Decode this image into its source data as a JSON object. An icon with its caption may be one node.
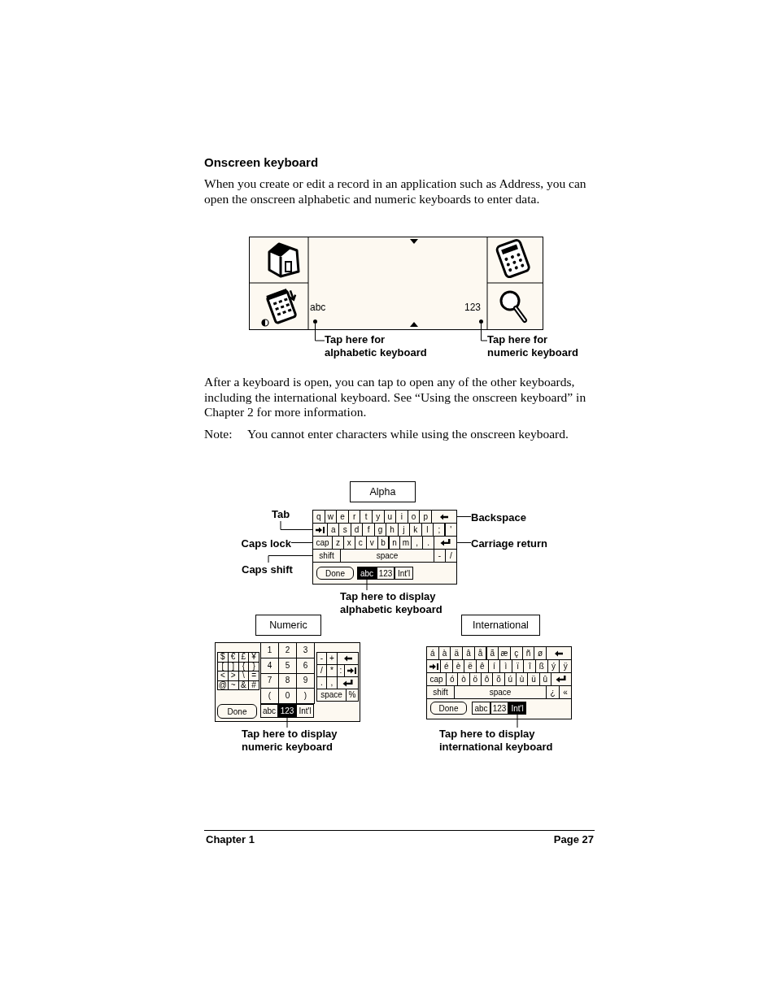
{
  "diagram": {
    "title": "Onscreen keyboard",
    "nodes": [
      {
        "text": [],
        "shape": "box"
      },
      {
        "text": [
          "abc"
        ],
        "in": 0
      },
      {
        "text": [
          "123"
        ],
        "in": 0
      },
      {
        "text": [
          "Tap here for alphabetic keyboard"
        ]
      },
      {
        "text": [
          "Tap here for numeric keyboard"
        ]
      },
      {
        "text": [
          "Alpha"
        ]
      },
      {
        "text": [
          "Tab"
        ]
      },
      {
        "text": [],
        "shape": "box"
      },
      {
        "text": [
          "q"
        ],
        "in": 7
      },
      {
        "text": [
          "w"
        ],
        "in": 7
      },
      {
        "text": [
          "e"
        ],
        "in": 7
      },
      {
        "text": [
          "r"
        ],
        "in": 7
      },
      {
        "text": [
          "t"
        ],
        "in": 7
      },
      {
        "text": [
          "y"
        ],
        "in": 7
      },
      {
        "text": [
          "u"
        ],
        "in": 7
      },
      {
        "text": [
          "i"
        ],
        "in": 7
      },
      {
        "text": [
          "o"
        ],
        "in": 7
      },
      {
        "text": [
          "p"
        ],
        "in": 7
      },
      {
        "text": [],
        "shape": "box",
        "in": 7
      },
      {
        "text": [],
        "shape": "box",
        "in": 7
      },
      {
        "text": [
          "a"
        ],
        "in": 7
      },
      {
        "text": [
          "s"
        ],
        "in": 7
      },
      {
        "text": [
          "d"
        ],
        "in": 7
      },
      {
        "text": [
          "f"
        ],
        "in": 7
      },
      {
        "text": [
          "g"
        ],
        "in": 7
      },
      {
        "text": [
          "h"
        ],
        "in": 7
      },
      {
        "text": [
          "j"
        ],
        "in": 7
      },
      {
        "text": [
          "k"
        ],
        "in": 7
      },
      {
        "text": [
          "l"
        ],
        "in": 7
      },
      {
        "text": [
          ";"
        ],
        "in": 7
      },
      {
        "text": [
          "'"
        ],
        "in": 7
      },
      {
        "text": [
          "cap"
        ],
        "in": 7
      },
      {
        "text": [
          "z"
        ],
        "in": 7
      },
      {
        "text": [
          "x"
        ],
        "in": 7
      },
      {
        "text": [
          "c"
        ],
        "in": 7
      },
      {
        "text": [
          "v"
        ],
        "in": 7
      },
      {
        "text": [
          "b"
        ],
        "in": 7
      },
      {
        "text": [
          "n"
        ],
        "in": 7
      },
      {
        "text": [
          "m"
        ],
        "in": 7
      },
      {
        "text": [
          ","
        ],
        "in": 7
      },
      {
        "text": [
          "."
        ],
        "in": 7
      },
      {
        "text": [],
        "shape": "box",
        "in": 7
      },
      {
        "text": [
          "shift"
        ],
        "in": 7
      },
      {
        "text": [
          "space"
        ],
        "in": 7
      },
      {
        "text": [
          "-"
        ],
        "in": 7
      },
      {
        "text": [
          "/"
        ],
        "in": 7
      },
      {
        "text": [
          "Done"
        ],
        "in": 7
      },
      {
        "text": [
          "abc"
        ],
        "in": 7
      },
      {
        "text": [
          "123"
        ],
        "in": 7
      },
      {
        "text": [
          "Int'l"
        ],
        "in": 7
      },
      {
        "text": [
          "Backspace"
        ]
      },
      {
        "text": [
          "Caps lock"
        ]
      },
      {
        "text": [
          "Carriage return"
        ]
      },
      {
        "text": [
          "Caps shift"
        ]
      },
      {
        "text": [
          "Tap here to display alphabetic keyboard"
        ]
      },
      {
        "text": [
          "Numeric"
        ]
      },
      {
        "text": [
          "International"
        ]
      },
      {
        "text": [],
        "shape": "box"
      },
      {
        "text": [
          "$"
        ],
        "in": 57
      },
      {
        "text": [
          "€"
        ],
        "in": 57
      },
      {
        "text": [
          "£"
        ],
        "in": 57
      },
      {
        "text": [
          "¥"
        ],
        "in": 57
      },
      {
        "text": [
          "["
        ],
        "in": 57
      },
      {
        "text": [
          "]"
        ],
        "in": 57
      },
      {
        "text": [
          "{"
        ],
        "in": 57
      },
      {
        "text": [
          "}"
        ],
        "in": 57
      },
      {
        "text": [
          "<"
        ],
        "in": 57
      },
      {
        "text": [
          ">"
        ],
        "in": 57
      },
      {
        "text": [
          "\\"
        ],
        "in": 57
      },
      {
        "text": [
          "="
        ],
        "in": 57
      },
      {
        "text": [
          "@"
        ],
        "in": 57
      },
      {
        "text": [
          "~"
        ],
        "in": 57
      },
      {
        "text": [
          "&"
        ],
        "in": 57
      },
      {
        "text": [
          "#"
        ],
        "in": 57
      },
      {
        "text": [
          "1"
        ],
        "in": 57
      },
      {
        "text": [
          "2"
        ],
        "in": 57
      },
      {
        "text": [
          "3"
        ],
        "in": 57
      },
      {
        "text": [
          "4"
        ],
        "in": 57
      },
      {
        "text": [
          "5"
        ],
        "in": 57
      },
      {
        "text": [
          "6"
        ],
        "in": 57
      },
      {
        "text": [
          "7"
        ],
        "in": 57
      },
      {
        "text": [
          "8"
        ],
        "in": 57
      },
      {
        "text": [
          "9"
        ],
        "in": 57
      },
      {
        "text": [
          "("
        ],
        "in": 57
      },
      {
        "text": [
          "0"
        ],
        "in": 57
      },
      {
        "text": [
          ")"
        ],
        "in": 57
      },
      {
        "text": [
          "-"
        ],
        "in": 57
      },
      {
        "text": [
          "+"
        ],
        "in": 57
      },
      {
        "text": [],
        "shape": "box",
        "in": 57
      },
      {
        "text": [
          "/"
        ],
        "in": 57
      },
      {
        "text": [
          "*"
        ],
        "in": 57
      },
      {
        "text": [
          ":"
        ],
        "in": 57
      },
      {
        "text": [],
        "shape": "box",
        "in": 57
      },
      {
        "text": [
          "."
        ],
        "in": 57
      },
      {
        "text": [
          ","
        ],
        "in": 57
      },
      {
        "text": [],
        "shape": "box",
        "in": 57
      },
      {
        "text": [
          "space"
        ],
        "in": 57
      },
      {
        "text": [
          "%"
        ],
        "in": 57
      },
      {
        "text": [
          "Done"
        ],
        "in": 57
      },
      {
        "text": [
          "abc"
        ],
        "in": 57
      },
      {
        "text": [
          "123"
        ],
        "in": 57
      },
      {
        "text": [
          "Int'l"
        ],
        "in": 57
      },
      {
        "text": [],
        "shape": "box"
      },
      {
        "text": [
          "á"
        ],
        "in": 102
      },
      {
        "text": [
          "à"
        ],
        "in": 102
      },
      {
        "text": [
          "ä"
        ],
        "in": 102
      },
      {
        "text": [
          "â"
        ],
        "in": 102
      },
      {
        "text": [
          "å"
        ],
        "in": 102
      },
      {
        "text": [
          "ã"
        ],
        "in": 102
      },
      {
        "text": [
          "æ"
        ],
        "in": 102
      },
      {
        "text": [
          "ç"
        ],
        "in": 102
      },
      {
        "text": [
          "ñ"
        ],
        "in": 102
      },
      {
        "text": [
          "ø"
        ],
        "in": 102
      },
      {
        "text": [],
        "shape": "box",
        "in": 102
      },
      {
        "text": [],
        "shape": "box",
        "in": 102
      },
      {
        "text": [
          "é"
        ],
        "in": 102
      },
      {
        "text": [
          "è"
        ],
        "in": 102
      },
      {
        "text": [
          "ë"
        ],
        "in": 102
      },
      {
        "text": [
          "ê"
        ],
        "in": 102
      },
      {
        "text": [
          "í"
        ],
        "in": 102
      },
      {
        "text": [
          "ì"
        ],
        "in": 102
      },
      {
        "text": [
          "ï"
        ],
        "in": 102
      },
      {
        "text": [
          "î"
        ],
        "in": 102
      },
      {
        "text": [
          "ß"
        ],
        "in": 102
      },
      {
        "text": [
          "ý"
        ],
        "in": 102
      },
      {
        "text": [
          "ÿ"
        ],
        "in": 102
      },
      {
        "text": [
          "cap"
        ],
        "in": 102
      },
      {
        "text": [
          "ó"
        ],
        "in": 102
      },
      {
        "text": [
          "ò"
        ],
        "in": 102
      },
      {
        "text": [
          "ö"
        ],
        "in": 102
      },
      {
        "text": [
          "ô"
        ],
        "in": 102
      },
      {
        "text": [
          "õ"
        ],
        "in": 102
      },
      {
        "text": [
          "ú"
        ],
        "in": 102
      },
      {
        "text": [
          "ù"
        ],
        "in": 102
      },
      {
        "text": [
          "ü"
        ],
        "in": 102
      },
      {
        "text": [
          "û"
        ],
        "in": 102
      },
      {
        "text": [],
        "shape": "box",
        "in": 102
      },
      {
        "text": [
          "shift"
        ],
        "in": 102
      },
      {
        "text": [
          "space"
        ],
        "in": 102
      },
      {
        "text": [
          "¿"
        ],
        "in": 102
      },
      {
        "text": [
          "«"
        ],
        "in": 102
      },
      {
        "text": [
          "Done"
        ],
        "in": 102
      },
      {
        "text": [
          "abc"
        ],
        "in": 102
      },
      {
        "text": [
          "123"
        ],
        "in": 102
      },
      {
        "text": [
          "Int'l"
        ],
        "in": 102
      },
      {
        "text": [
          "Tap here to display numeric keyboard"
        ]
      },
      {
        "text": [
          "Tap here to display international keyboard"
        ]
      }
    ],
    "edges": [
      {
        "from": 3,
        "to": 1,
        "arrow": "none"
      },
      {
        "from": 4,
        "to": 2,
        "arrow": "none"
      },
      {
        "from": 6,
        "to": 19,
        "arrow": "none"
      },
      {
        "from": 50,
        "to": 18,
        "arrow": "none"
      },
      {
        "from": 51,
        "to": 31,
        "arrow": "none"
      },
      {
        "from": 52,
        "to": 41,
        "arrow": "none"
      },
      {
        "from": 53,
        "to": 42,
        "arrow": "none"
      },
      {
        "from": 54,
        "to": 47,
        "arrow": "none"
      },
      {
        "from": 145,
        "to": 100,
        "arrow": "none"
      },
      {
        "from": 146,
        "to": 144,
        "arrow": "none"
      }
    ],
    "labels": [
      "When you create or edit a record in an application such as Address, you can open the onscreen alphabetic and numeric keyboards to enter data.",
      "After a keyboard is open, you can tap to open any of the other keyboards, including the international keyboard. See “Using the onscreen keyboard” in Chapter 2 for more information.",
      "Note:",
      "You cannot enter characters while using the onscreen keyboard.",
      "Chapter 1",
      "Page 27"
    ]
  }
}
